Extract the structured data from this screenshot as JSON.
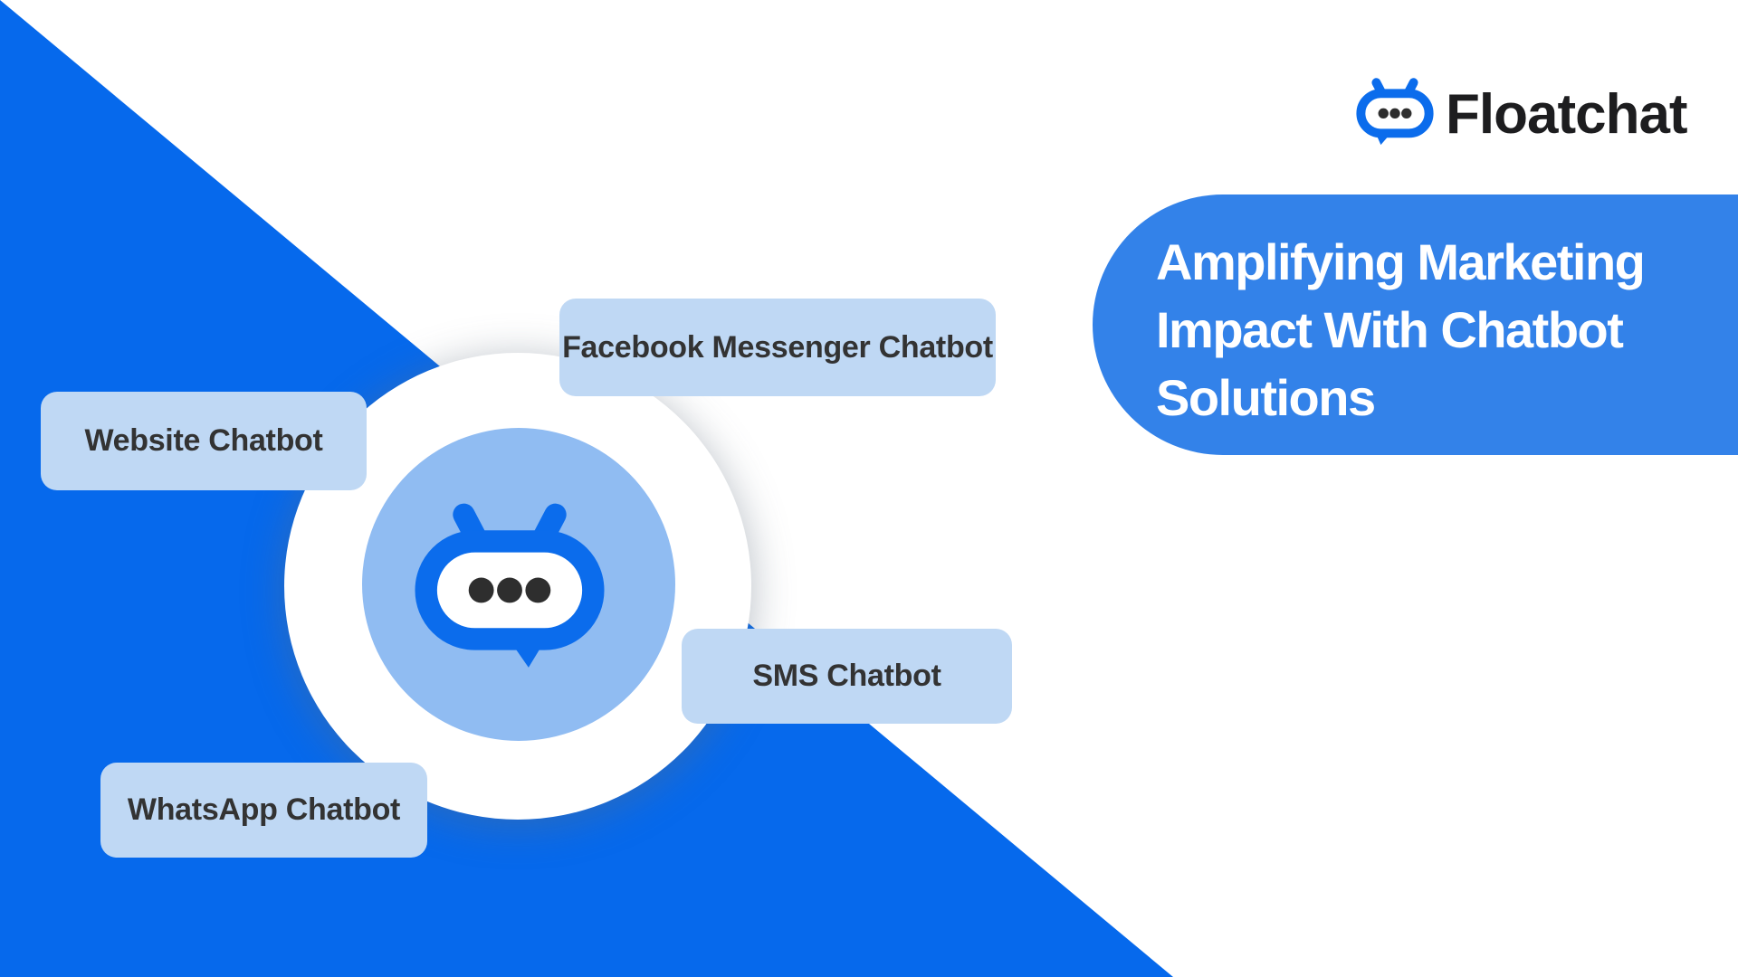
{
  "brand": {
    "name": "Floatchat",
    "icon": "chatbot-bubble-icon"
  },
  "banner": {
    "title": "Amplifying Marketing Impact With Chatbot Solutions",
    "lines": [
      "Amplifying Marketing",
      "Impact With Chatbot",
      "Solutions"
    ]
  },
  "channels": [
    {
      "label": "Facebook Messenger Chatbot"
    },
    {
      "label": "Website Chatbot"
    },
    {
      "label": "SMS Chatbot"
    },
    {
      "label": "WhatsApp Chatbot"
    }
  ],
  "colors": {
    "triangle_blue": "#0669EC",
    "banner_blue": "#3382E9",
    "label_bg": "#BFD8F4",
    "label_text": "#333333",
    "inner_circle_blue": "#90BCF2",
    "icon_blue": "#0B6CEC",
    "logo_text": "#1D1D1F",
    "dot_dark": "#2E2E2E"
  }
}
